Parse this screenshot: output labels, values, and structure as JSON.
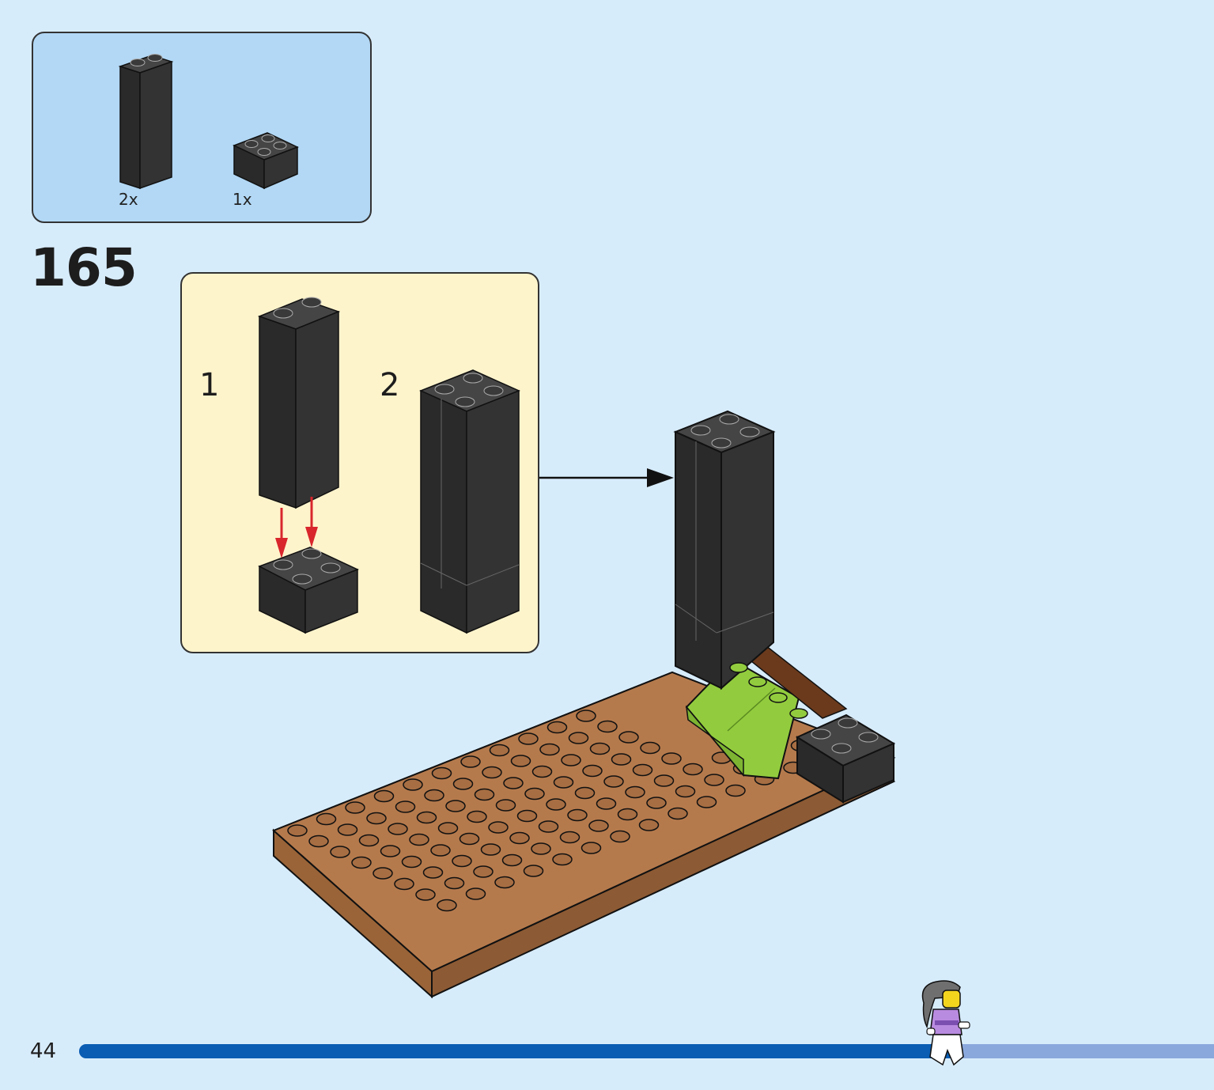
{
  "parts": [
    {
      "qty": "2x",
      "icon": "brick-1x2x3-black-icon"
    },
    {
      "qty": "1x",
      "icon": "brick-2x2-black-icon"
    }
  ],
  "step": {
    "number": "165"
  },
  "substeps": [
    {
      "number": "1"
    },
    {
      "number": "2"
    }
  ],
  "page": {
    "number": "44"
  },
  "progress": {
    "fraction": 0.77
  },
  "colors": {
    "background": "#d7ecfb",
    "parts_panel": "#b2d8f5",
    "substep_panel": "#fef4cc",
    "brick_black": "#2e2e2e",
    "brick_brown": "#b57a4c",
    "brick_green": "#92cc3e",
    "arrow_red": "#d8262c",
    "progress_fill": "#0a5db3",
    "progress_track": "#8aa8dc"
  }
}
